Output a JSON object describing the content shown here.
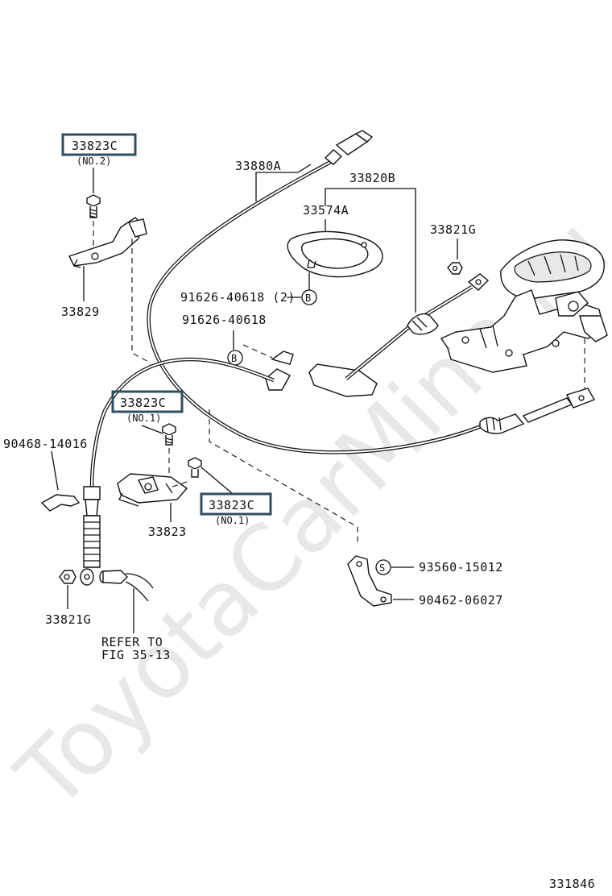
{
  "watermark": "ToyotaCarMine.ru",
  "figure_number": "331846",
  "callouts": {
    "c33823c_no2": "33823C",
    "c33823c_no2_sub": "(NO.2)",
    "c33823c_no1a": "33823C",
    "c33823c_no1a_sub": "(NO.1)",
    "c33823c_no1b": "33823C",
    "c33823c_no1b_sub": "(NO.1)",
    "p33829": "33829",
    "p33880a": "33880A",
    "p33820b": "33820B",
    "p33574a": "33574A",
    "p33821g_top": "33821G",
    "p91626_2": "91626-40618 (2)",
    "p91626": "91626-40618",
    "p90468": "90468-14016",
    "p33823": "33823",
    "p33821g_bottom": "33821G",
    "refer_line1": "REFER TO",
    "refer_line2": "FIG 35-13",
    "p93560": "93560-15012",
    "p90462": "90462-06027"
  },
  "markers": {
    "b1": "B",
    "b2": "B",
    "s1": "S"
  },
  "colors": {
    "highlight_box": "#2f4f5f",
    "line": "#111111",
    "watermark": "#d6d6d6"
  }
}
